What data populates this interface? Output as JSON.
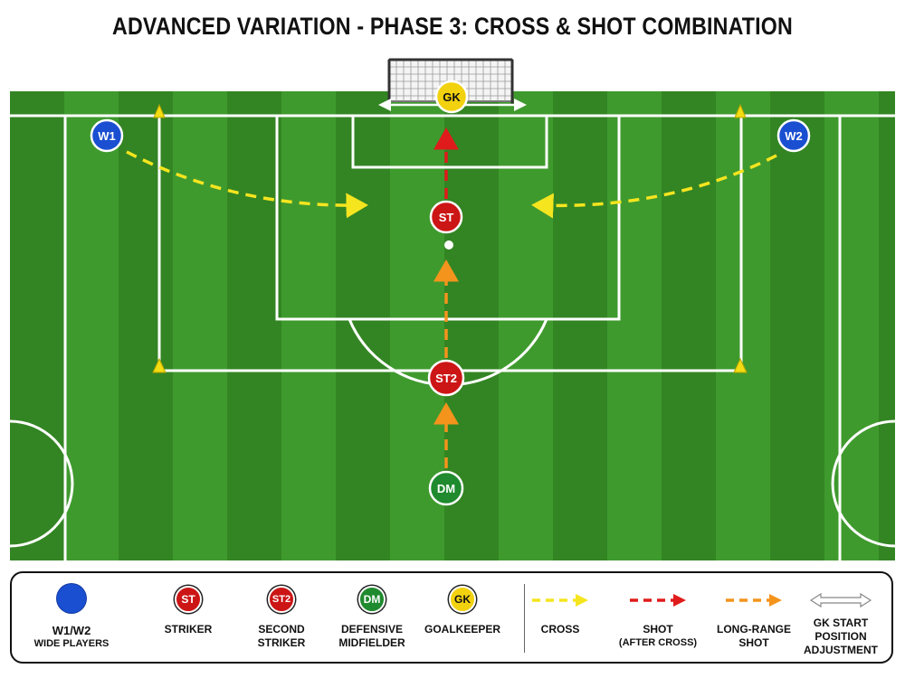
{
  "title": "ADVANCED VARIATION - PHASE 3: CROSS & SHOT COMBINATION",
  "colors": {
    "grass_light": "#3f9a2e",
    "grass_dark": "#338523",
    "cross": "#f5e51f",
    "shot": "#e01b1b",
    "long_range": "#f4941c",
    "wide_player": "#1a4fd1",
    "striker": "#cc1515",
    "dm": "#1f8a2e",
    "gk": "#f2d20f",
    "cone": "#f3dc12"
  },
  "players": {
    "w1": "W1",
    "w2": "W2",
    "st": "ST",
    "st2": "ST2",
    "dm": "DM",
    "gk": "GK"
  },
  "legend": {
    "wide": {
      "token": "",
      "line1": "W1/W2",
      "line2": "WIDE PLAYERS",
      "icon": "blue-circle"
    },
    "striker": {
      "token": "ST",
      "label": "STRIKER"
    },
    "second_striker": {
      "token": "ST2",
      "line1": "SECOND",
      "line2": "STRIKER"
    },
    "dm": {
      "token": "DM",
      "line1": "DEFENSIVE",
      "line2": "MIDFIELDER"
    },
    "gk": {
      "token": "GK",
      "label": "GOALKEEPER"
    },
    "cross": {
      "label": "CROSS",
      "icon": "dashed-arrow-yellow"
    },
    "shot": {
      "line1": "SHOT",
      "line2": "(AFTER CROSS)",
      "icon": "dashed-arrow-red"
    },
    "long_range": {
      "line1": "LONG-RANGE",
      "line2": "SHOT",
      "icon": "dashed-arrow-orange"
    },
    "gk_adjust": {
      "line1": "GK START",
      "line2": "POSITION",
      "line3": "ADJUSTMENT",
      "icon": "double-arrow-outline"
    }
  }
}
